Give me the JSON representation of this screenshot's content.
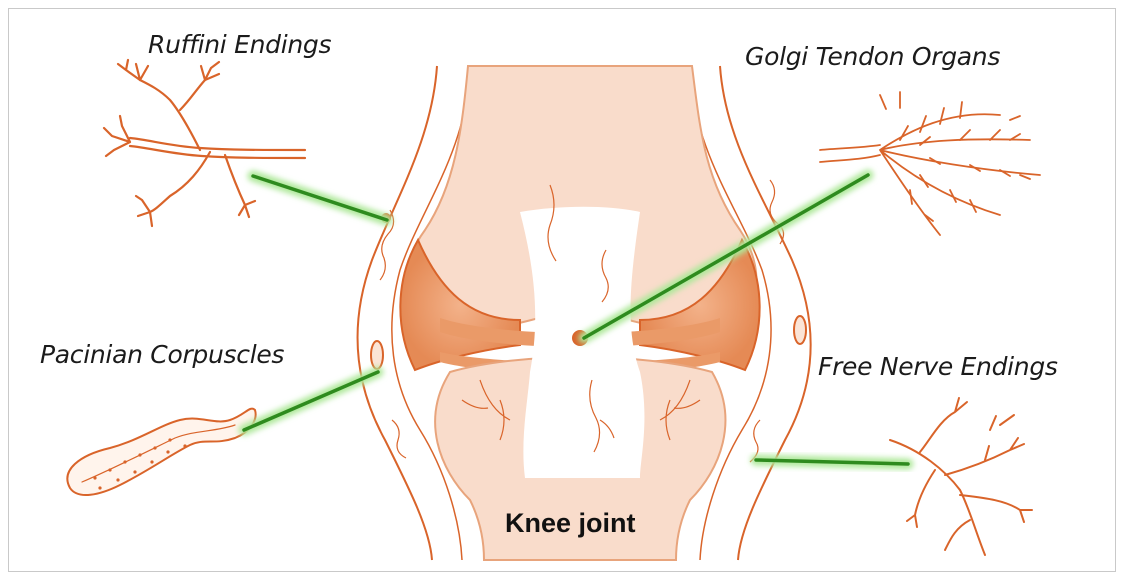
{
  "diagram": {
    "labels": {
      "ruffini": "Ruffini Endings",
      "golgi": "Golgi Tendon Organs",
      "pacinian": "Pacinian Corpuscles",
      "free_nerve": "Free Nerve Endings",
      "knee": "Knee joint"
    },
    "colors": {
      "outline": "#d9642a",
      "bone_fill": "#f9dccb",
      "cartilage": "#ea9a68",
      "pointer": "#2e8b1e",
      "pointer_glow": "#aee89a"
    }
  }
}
